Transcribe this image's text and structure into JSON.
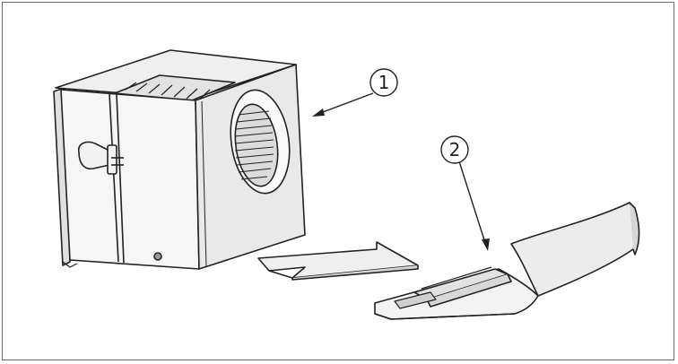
{
  "callouts": [
    {
      "number": "1",
      "target": "blower-housing"
    },
    {
      "number": "2",
      "target": "mounting-bracket"
    }
  ],
  "colors": {
    "stroke": "#222222",
    "face_light": "#f4f4f4",
    "face_mid": "#e6e6e6",
    "face_dark": "#d2d2d2"
  }
}
